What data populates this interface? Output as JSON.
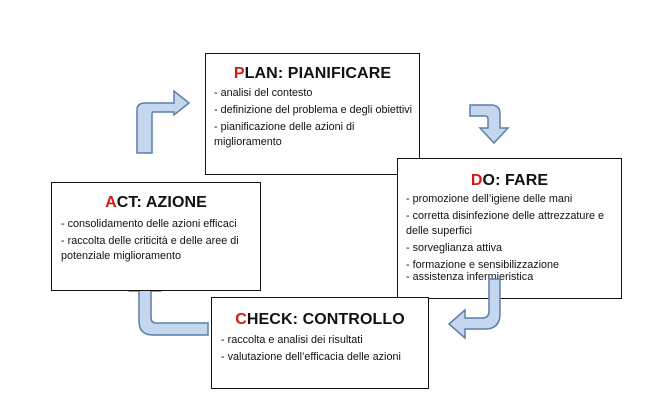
{
  "diagram": {
    "plan": {
      "initial": "P",
      "title_rest": "LAN: PIANIFICARE",
      "items": [
        "- analisi del contesto",
        "- definizione del problema e degli obiettivi",
        "- pianificazione delle azioni di miglioramento"
      ]
    },
    "do": {
      "initial": "D",
      "title_rest": "O: FARE",
      "items": [
        "- promozione dell’igiene delle mani",
        "- corretta disinfezione delle attrezzature e delle superfici",
        "- sorveglianza attiva",
        "- formazione e sensibilizzazione",
        "- assistenza infermieristica"
      ]
    },
    "check": {
      "initial": "C",
      "title_rest": "HECK: CONTROLLO",
      "items": [
        "- raccolta e analisi dei risultati",
        "- valutazione dell’efficacia delle azioni"
      ]
    },
    "act": {
      "initial": "A",
      "title_rest": "CT: AZIONE",
      "items": [
        "- consolidamento delle azioni efficaci",
        "- raccolta delle criticità e delle aree di potenziale miglioramento"
      ]
    },
    "colors": {
      "initial_letter": "#d01a1a",
      "arrow_fill": "#c4d7ef",
      "arrow_stroke": "#5c7fa7",
      "box_border": "#111111"
    },
    "icons": [
      "arrow-act-to-plan-icon",
      "arrow-plan-to-do-icon",
      "arrow-do-to-check-icon",
      "arrow-check-to-act-icon"
    ]
  }
}
